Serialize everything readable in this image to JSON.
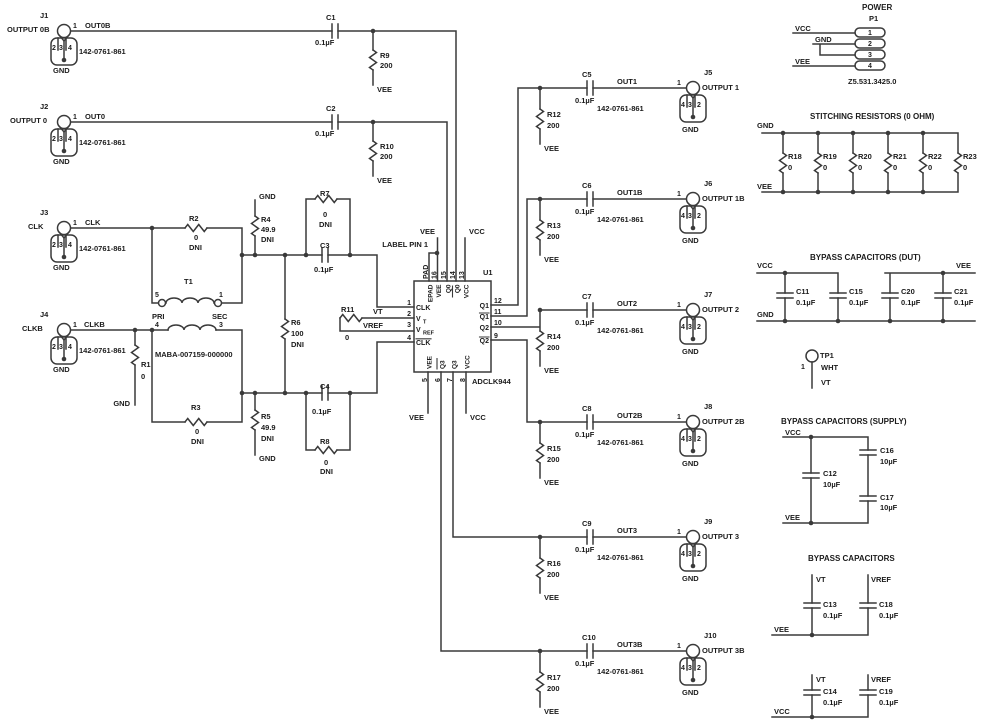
{
  "nets": {
    "vee": "VEE",
    "vcc": "VCC",
    "gnd": "GND",
    "vt": "VT",
    "vref": "VREF"
  },
  "jpart": "142-0761-861",
  "power": {
    "title": "POWER",
    "ref": "P1",
    "part": "Z5.531.3425.0",
    "pins": [
      "1",
      "2",
      "3",
      "4"
    ]
  },
  "stitching": {
    "title": "STITCHING RESISTORS (0 OHM)",
    "rs": [
      {
        "r": "R18",
        "v": "0"
      },
      {
        "r": "R19",
        "v": "0"
      },
      {
        "r": "R20",
        "v": "0"
      },
      {
        "r": "R21",
        "v": "0"
      },
      {
        "r": "R22",
        "v": "0"
      },
      {
        "r": "R23",
        "v": "0"
      }
    ]
  },
  "dut": {
    "title": "BYPASS CAPACITORS (DUT)",
    "caps": [
      {
        "r": "C11",
        "v": "0.1µF"
      },
      {
        "r": "C15",
        "v": "0.1µF"
      },
      {
        "r": "C20",
        "v": "0.1µF"
      },
      {
        "r": "C21",
        "v": "0.1µF"
      }
    ]
  },
  "tp1": {
    "ref": "TP1",
    "pin": "1",
    "color": "WHT"
  },
  "supply": {
    "title": "BYPASS CAPACITORS (SUPPLY)",
    "caps": [
      {
        "r": "C12",
        "v": "10µF"
      },
      {
        "r": "C16",
        "v": "10µF"
      },
      {
        "r": "C17",
        "v": "10µF"
      }
    ]
  },
  "refc": {
    "title": "BYPASS CAPACITORS",
    "vee": [
      {
        "r": "C13",
        "v": "0.1µF"
      },
      {
        "r": "C18",
        "v": "0.1µF"
      }
    ],
    "vcc": [
      {
        "r": "C14",
        "v": "0.1µF"
      },
      {
        "r": "C19",
        "v": "0.1µF"
      }
    ]
  },
  "in": [
    {
      "ref": "J1",
      "label": "OUTPUT 0B",
      "net": "OUT0B",
      "p1": "1",
      "p2": "2",
      "p3": "3",
      "p4": "4",
      "cr": "C1",
      "cv": "0.1µF",
      "rr": "R9",
      "rv": "200"
    },
    {
      "ref": "J2",
      "label": "OUTPUT 0",
      "net": "OUT0",
      "p1": "1",
      "p2": "2",
      "p3": "3",
      "p4": "4",
      "cr": "C2",
      "cv": "0.1µF",
      "rr": "R10",
      "rv": "200"
    },
    {
      "ref": "J3",
      "label": "CLK",
      "net": "CLK",
      "p1": "1",
      "p2": "2",
      "p3": "3",
      "p4": "4"
    },
    {
      "ref": "J4",
      "label": "CLKB",
      "net": "CLKB",
      "p1": "1",
      "p2": "2",
      "p3": "3",
      "p4": "4"
    }
  ],
  "out": [
    {
      "ref": "J5",
      "label": "OUTPUT 1",
      "net": "OUT1",
      "p1": "1",
      "pa": "4",
      "pb": "3",
      "pc": "2",
      "cr": "C5",
      "cv": "0.1µF",
      "rr": "R12",
      "rv": "200"
    },
    {
      "ref": "J6",
      "label": "OUTPUT 1B",
      "net": "OUT1B",
      "p1": "1",
      "pa": "4",
      "pb": "3",
      "pc": "2",
      "cr": "C6",
      "cv": "0.1µF",
      "rr": "R13",
      "rv": "200"
    },
    {
      "ref": "J7",
      "label": "OUTPUT 2",
      "net": "OUT2",
      "p1": "1",
      "pa": "4",
      "pb": "3",
      "pc": "2",
      "cr": "C7",
      "cv": "0.1µF",
      "rr": "R14",
      "rv": "200"
    },
    {
      "ref": "J8",
      "label": "OUTPUT 2B",
      "net": "OUT2B",
      "p1": "1",
      "pa": "4",
      "pb": "3",
      "pc": "2",
      "cr": "C8",
      "cv": "0.1µF",
      "rr": "R15",
      "rv": "200"
    },
    {
      "ref": "J9",
      "label": "OUTPUT 3",
      "net": "OUT3",
      "p1": "1",
      "pa": "4",
      "pb": "3",
      "pc": "2",
      "cr": "C9",
      "cv": "0.1µF",
      "rr": "R16",
      "rv": "200"
    },
    {
      "ref": "J10",
      "label": "OUTPUT 3B",
      "net": "OUT3B",
      "p1": "1",
      "pa": "4",
      "pb": "3",
      "pc": "2",
      "cr": "C10",
      "cv": "0.1µF",
      "rr": "R17",
      "rv": "200"
    }
  ],
  "net1": {
    "r1": {
      "r": "R1",
      "v": "0"
    },
    "r2": {
      "r": "R2",
      "v": "0",
      "n": "DNI"
    },
    "r3": {
      "r": "R3",
      "v": "0",
      "n": "DNI"
    },
    "r4": {
      "r": "R4",
      "v": "49.9",
      "n": "DNI"
    },
    "r5": {
      "r": "R5",
      "v": "49.9",
      "n": "DNI"
    },
    "r6": {
      "r": "R6",
      "v": "100",
      "n": "DNI"
    },
    "r7": {
      "r": "R7",
      "v": "0",
      "n": "DNI"
    },
    "r8": {
      "r": "R8",
      "v": "0",
      "n": "DNI"
    },
    "r11": {
      "r": "R11",
      "v": "0"
    },
    "c3": {
      "r": "C3",
      "v": "0.1µF"
    },
    "c4": {
      "r": "C4",
      "v": "0.1µF"
    }
  },
  "t1": {
    "ref": "T1",
    "part": "MABA-007159-000000",
    "p5": "5",
    "p1": "1",
    "p4": "4",
    "p3": "3",
    "pri": "PRI",
    "sec": "SEC"
  },
  "u1": {
    "ref": "U1",
    "part": "ADCLK944",
    "note": "LABEL PIN 1",
    "pad": "PAD",
    "ln": [
      "1",
      "2",
      "3",
      "4"
    ],
    "lnm": [
      "CLK",
      "V",
      "V",
      "CLK"
    ],
    "lsub": [
      "",
      "T",
      "REF",
      ""
    ],
    "rn": [
      "12",
      "11",
      "10",
      "9"
    ],
    "rnm": [
      "Q1",
      "Q1",
      "Q2",
      "Q2"
    ],
    "tn": [
      "16",
      "15",
      "14",
      "13"
    ],
    "tnm": [
      "EPAD",
      "VEE",
      "Q0",
      "Q0",
      "VCC"
    ],
    "bn": [
      "5",
      "6",
      "7",
      "8"
    ],
    "bnm": [
      "VEE",
      "Q3",
      "Q3",
      "VCC"
    ]
  }
}
